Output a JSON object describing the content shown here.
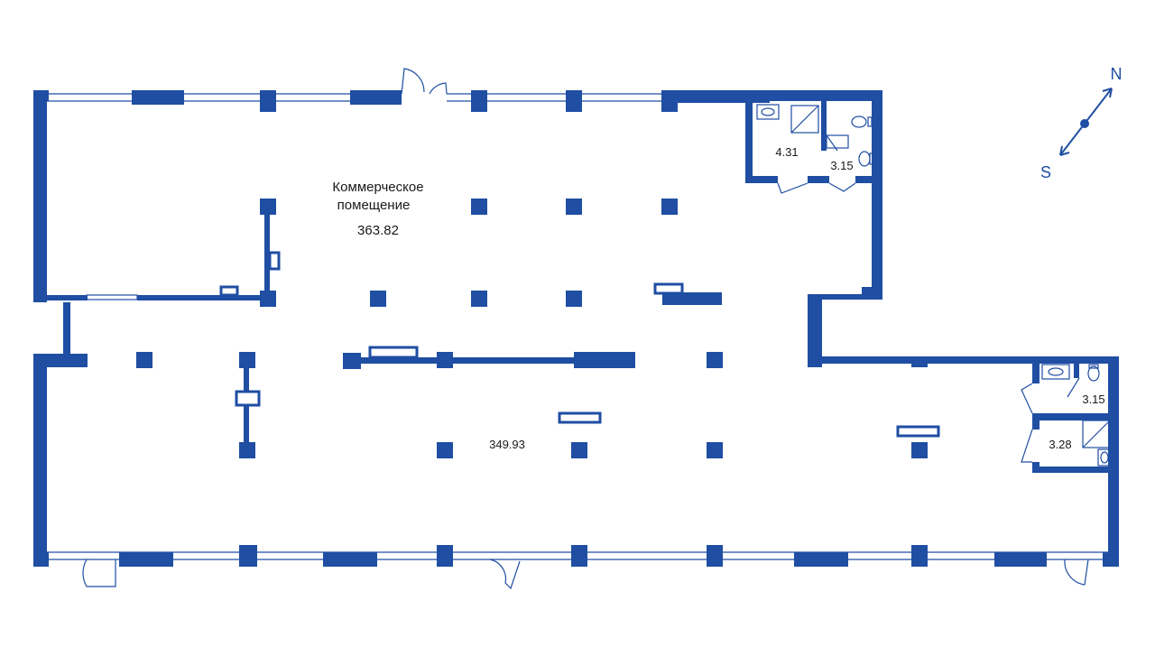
{
  "plan": {
    "wall_color": "#1f4ea3",
    "background": "#ffffff"
  },
  "rooms": {
    "main": {
      "name_line1": "Коммерческое",
      "name_line2": "помещение",
      "area": "363.82"
    },
    "lower": {
      "area": "349.93"
    },
    "wc_a": {
      "area": "4.31"
    },
    "wc_b": {
      "area": "3.15"
    },
    "wc_c": {
      "area": "3.15"
    },
    "wc_d": {
      "area": "3.28"
    }
  },
  "compass": {
    "north": "N",
    "south": "S"
  }
}
